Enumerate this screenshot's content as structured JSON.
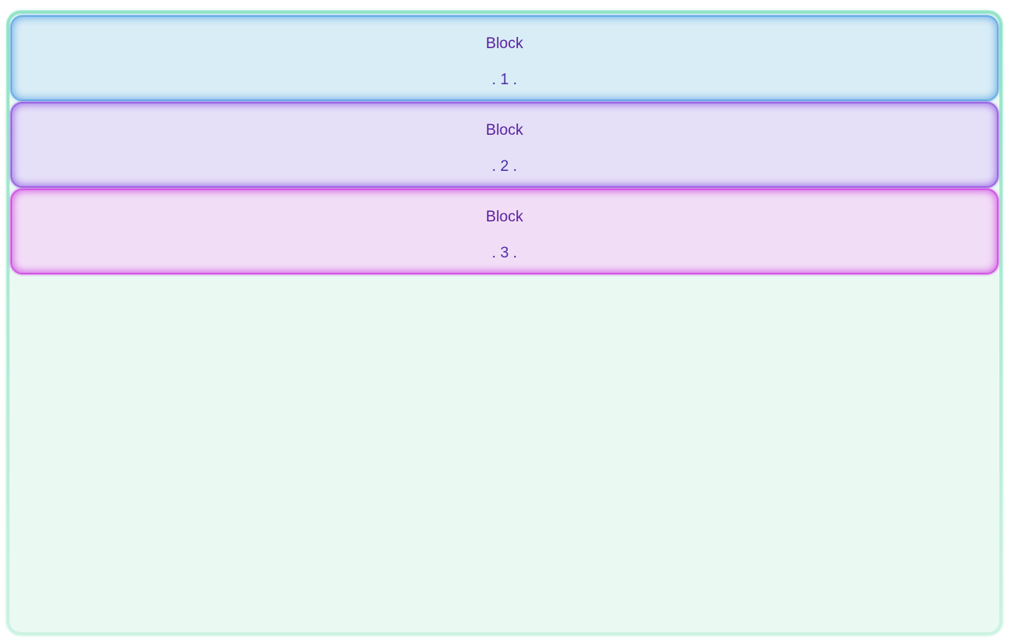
{
  "page_background": "#ffffff",
  "frame": {
    "background": "#eafaf3",
    "border_gradient_top": "#93e5c8",
    "border_gradient_bottom": "#cdf2e3"
  },
  "text": {
    "title_color": "#5a1f9f",
    "number_color": "#4c2fa5"
  },
  "blocks": [
    {
      "title": "Block",
      "number_label": ". 1 .",
      "border_color": "#6aaee6",
      "fill_color": "#d9edf6"
    },
    {
      "title": "Block",
      "number_label": ". 2 .",
      "border_color": "#9a68e4",
      "fill_color": "#e5e0f8"
    },
    {
      "title": "Block",
      "number_label": ". 3 .",
      "border_color": "#d258e4",
      "fill_color": "#f1def6"
    }
  ]
}
